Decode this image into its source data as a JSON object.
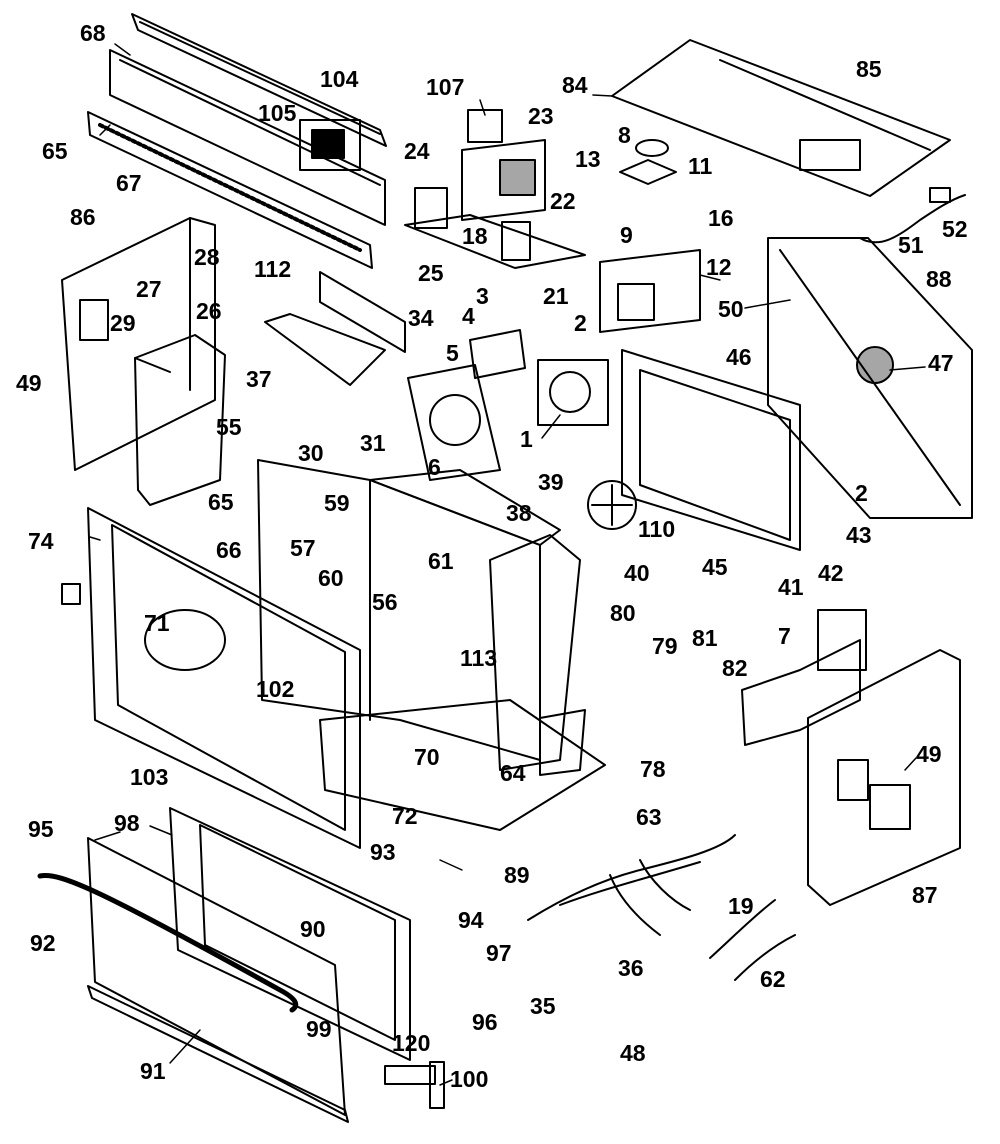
{
  "diagram": {
    "type": "exploded parts diagram",
    "line_color": "#000000",
    "background": "#ffffff",
    "callouts": [
      "1",
      "2",
      "2",
      "3",
      "4",
      "5",
      "6",
      "7",
      "8",
      "9",
      "11",
      "12",
      "13",
      "16",
      "18",
      "19",
      "21",
      "22",
      "23",
      "24",
      "25",
      "26",
      "27",
      "28",
      "29",
      "30",
      "31",
      "34",
      "35",
      "36",
      "37",
      "38",
      "39",
      "40",
      "41",
      "42",
      "43",
      "45",
      "46",
      "47",
      "48",
      "49",
      "49",
      "50",
      "51",
      "52",
      "55",
      "56",
      "57",
      "59",
      "60",
      "61",
      "62",
      "63",
      "64",
      "65",
      "65",
      "66",
      "67",
      "68",
      "70",
      "71",
      "72",
      "74",
      "78",
      "79",
      "80",
      "81",
      "82",
      "84",
      "85",
      "86",
      "87",
      "88",
      "89",
      "90",
      "91",
      "92",
      "93",
      "94",
      "95",
      "96",
      "97",
      "98",
      "99",
      "100",
      "102",
      "103",
      "104",
      "105",
      "107",
      "110",
      "112",
      "113",
      "120"
    ]
  }
}
